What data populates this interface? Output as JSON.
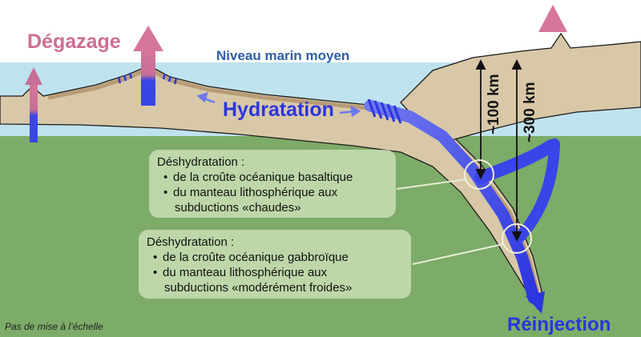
{
  "labels": {
    "degassing": "Dégazage",
    "sea_level": "Niveau marin moyen",
    "hydration": "Hydratation",
    "depth_100": "~100 km",
    "depth_300": "~300 km",
    "reinjection": "Réinjection",
    "scale_note": "Pas de mise à l’échelle"
  },
  "boxes": [
    {
      "title": "Déshydratation :",
      "items": [
        {
          "bullet": "•",
          "line1": "de la croûte océanique basaltique",
          "line2": ""
        },
        {
          "bullet": "•",
          "line1": "du manteau lithosphérique aux",
          "line2": "subductions «chaudes»"
        }
      ]
    },
    {
      "title": "Déshydratation :",
      "items": [
        {
          "bullet": "•",
          "line1": "de la croûte océanique gabbroïque",
          "line2": ""
        },
        {
          "bullet": "•",
          "line1": "du manteau lithosphérique aux",
          "line2": "subductions «modérément froides»"
        }
      ]
    }
  ],
  "colors": {
    "sea": "#bfe3ee",
    "mantle": "#7dab68",
    "lithosphere": "#d8c8a8",
    "crust": "#c9b088",
    "water_blue": "#3b44e8",
    "degas_pink": "#cf6d93",
    "label_blue": "#2f5fa8"
  }
}
